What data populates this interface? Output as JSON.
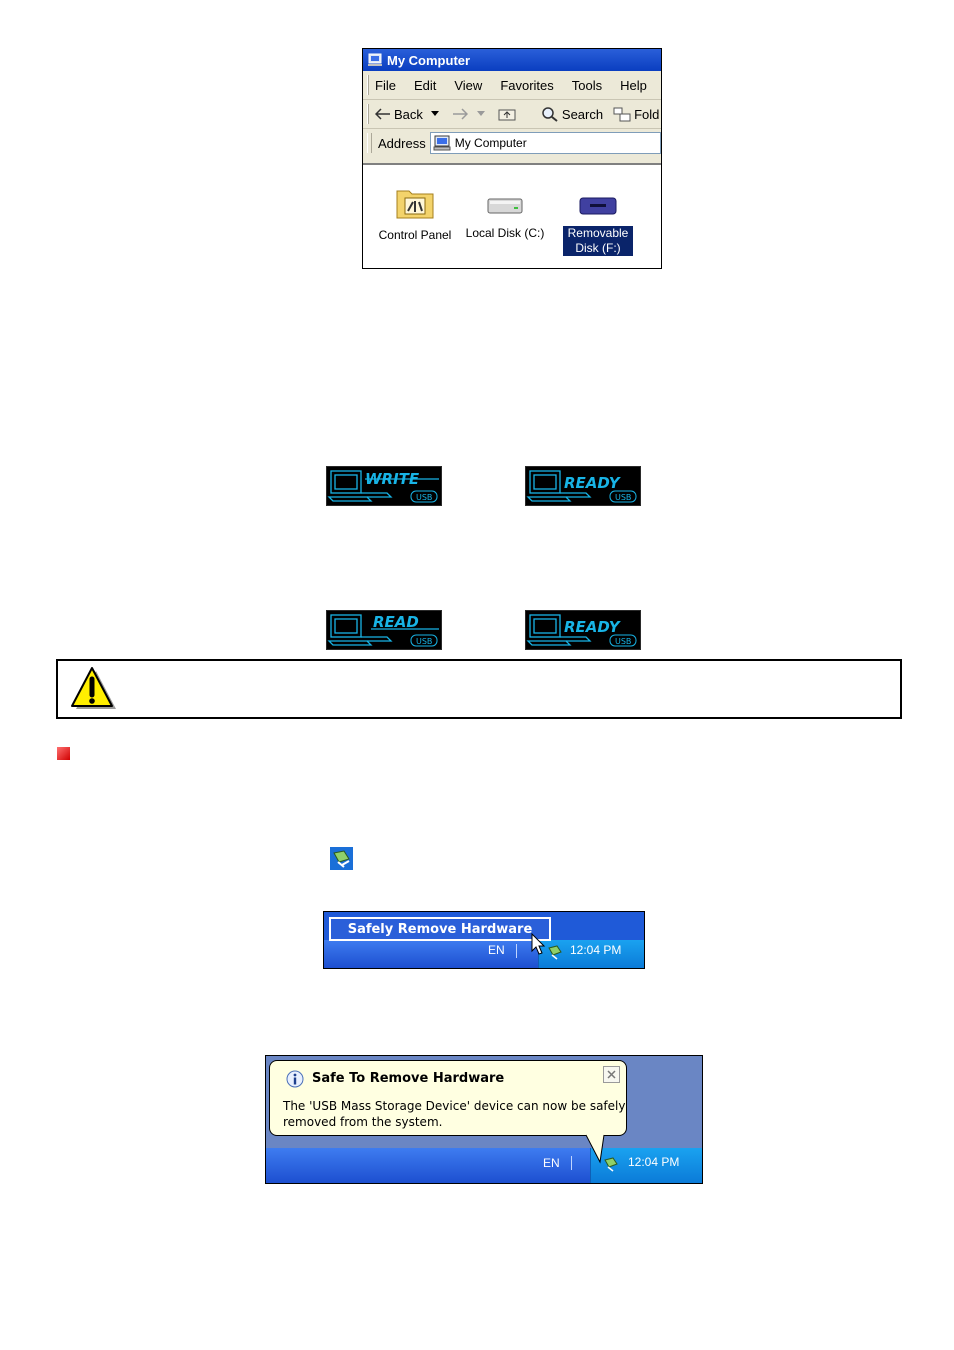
{
  "window": {
    "title": "My Computer",
    "menu": [
      "File",
      "Edit",
      "View",
      "Favorites",
      "Tools",
      "Help"
    ],
    "toolbar": {
      "back": "Back",
      "search": "Search",
      "folders": "Fold"
    },
    "address_label": "Address",
    "address_value": "My Computer",
    "items": [
      {
        "label": "Control Panel"
      },
      {
        "label": "Local Disk (C:)"
      },
      {
        "label_line1": "Removable",
        "label_line2": "Disk (F:)"
      }
    ]
  },
  "lcd": {
    "write": "WRITE",
    "read": "READ",
    "ready": "READY",
    "usb": "USB",
    "color": "#18b4e6"
  },
  "warning": {
    "icon": "warning-icon"
  },
  "tray1": {
    "menu_label": "Safely Remove Hardware",
    "lang": "EN",
    "clock": "12:04 PM"
  },
  "tray2": {
    "balloon_title": "Safe To Remove Hardware",
    "balloon_line1": "The 'USB Mass Storage Device' device can now be safely",
    "balloon_line2": "removed from the system.",
    "lang": "EN",
    "clock": "12:04 PM"
  }
}
